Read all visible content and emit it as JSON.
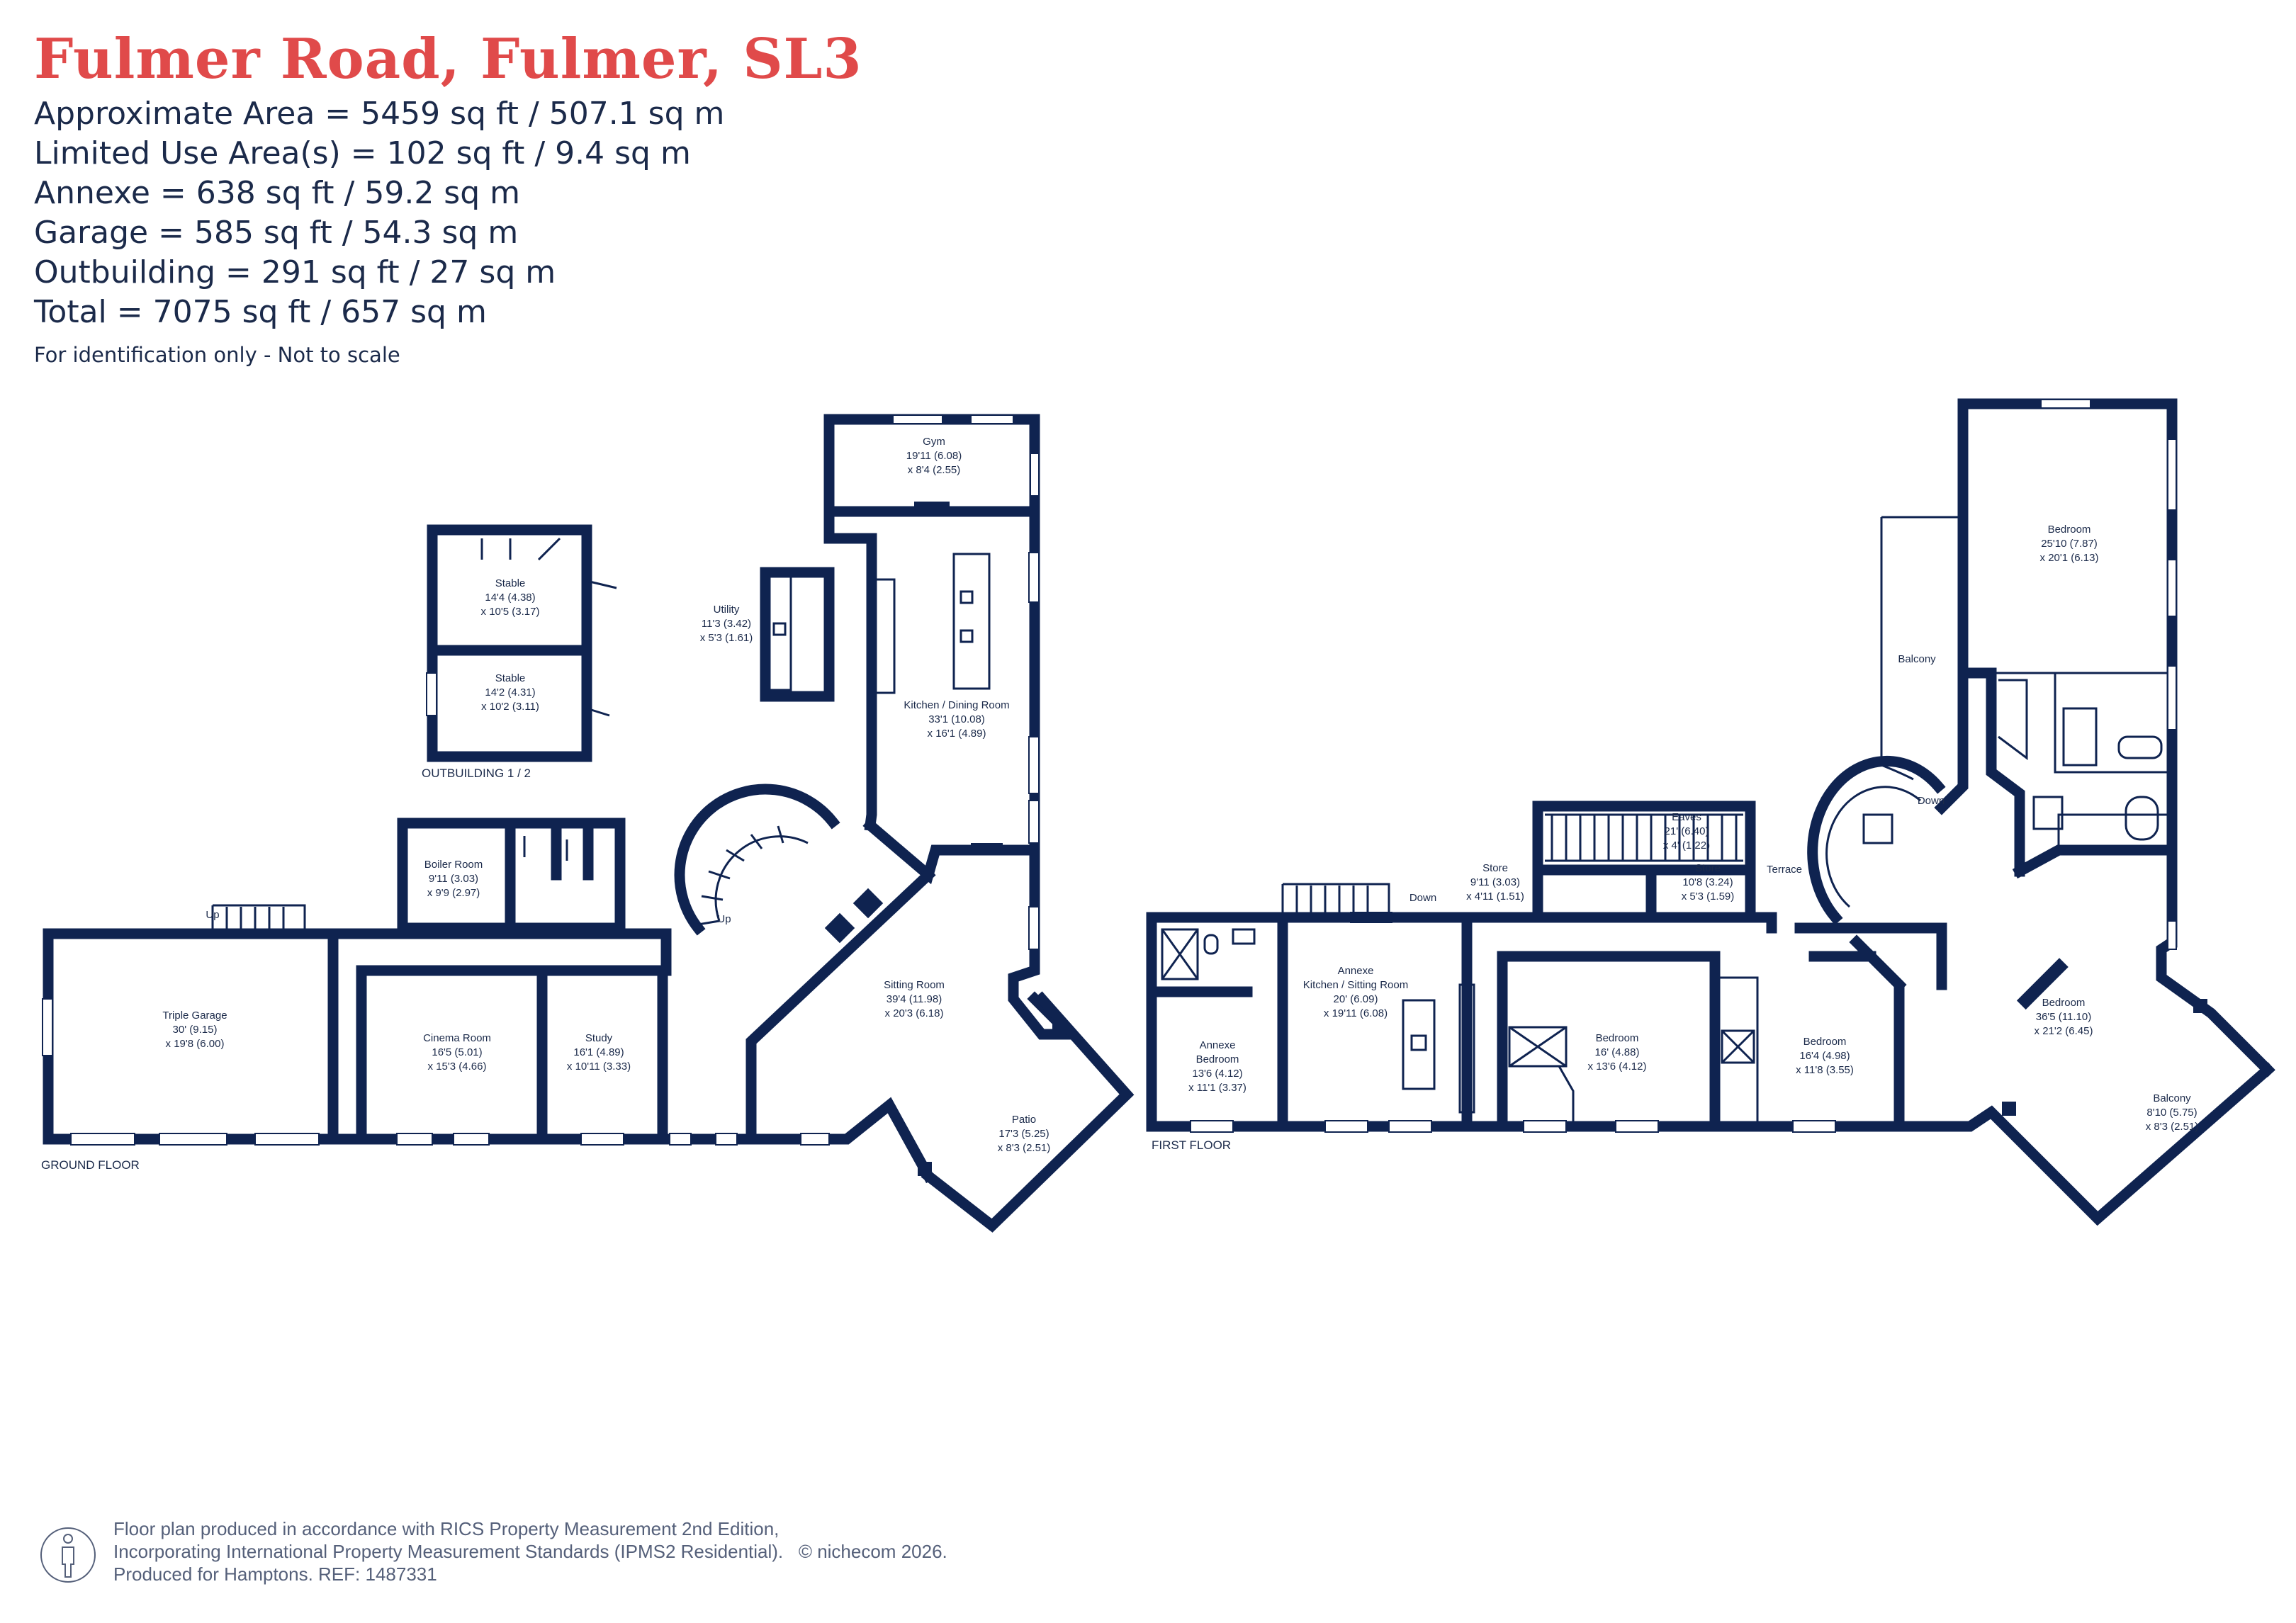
{
  "title": "Fulmer Road, Fulmer, SL3",
  "areas": [
    "Approximate Area = 5459 sq ft / 507.1 sq m",
    "Limited Use Area(s) = 102 sq ft / 9.4 sq m",
    "Annexe = 638 sq ft / 59.2 sq m",
    "Garage = 585 sq ft / 54.3 sq m",
    "Outbuilding = 291 sq ft / 27 sq m",
    "Total = 7075 sq ft / 657 sq m"
  ],
  "note": "For identification only - Not to scale",
  "sections": {
    "ground_floor": "GROUND FLOOR",
    "first_floor": "FIRST FLOOR",
    "outbuilding": "OUTBUILDING 1 / 2"
  },
  "stairs": {
    "up1": "Up",
    "up2": "Up",
    "down1": "Down",
    "down2": "Down"
  },
  "rooms": {
    "gym": {
      "name": "Gym",
      "d1": "19'11 (6.08)",
      "d2": "x 8'4 (2.55)"
    },
    "stable1": {
      "name": "Stable",
      "d1": "14'4 (4.38)",
      "d2": "x 10'5 (3.17)"
    },
    "stable2": {
      "name": "Stable",
      "d1": "14'2 (4.31)",
      "d2": "x 10'2 (3.11)"
    },
    "utility": {
      "name": "Utility",
      "d1": "11'3 (3.42)",
      "d2": "x 5'3 (1.61)"
    },
    "kitchen": {
      "name": "Kitchen / Dining Room",
      "d1": "33'1 (10.08)",
      "d2": "x 16'1 (4.89)"
    },
    "boiler": {
      "name": "Boiler Room",
      "d1": "9'11 (3.03)",
      "d2": "x 9'9 (2.97)"
    },
    "garage": {
      "name": "Triple Garage",
      "d1": "30' (9.15)",
      "d2": "x 19'8 (6.00)"
    },
    "cinema": {
      "name": "Cinema Room",
      "d1": "16'5 (5.01)",
      "d2": "x 15'3 (4.66)"
    },
    "study": {
      "name": "Study",
      "d1": "16'1 (4.89)",
      "d2": "x 10'11 (3.33)"
    },
    "sitting": {
      "name": "Sitting Room",
      "d1": "39'4 (11.98)",
      "d2": "x 20'3 (6.18)"
    },
    "patio": {
      "name": "Patio",
      "d1": "17'3 (5.25)",
      "d2": "x 8'3 (2.51)"
    },
    "bed_main": {
      "name": "Bedroom",
      "d1": "25'10 (7.87)",
      "d2": "x 20'1 (6.13)"
    },
    "balcony1": {
      "name": "Balcony"
    },
    "eaves": {
      "name": "Eaves",
      "d1": "21' (6.40)",
      "d2": "x 4' (1.22)"
    },
    "store1": {
      "name": "Store",
      "d1": "9'11 (3.03)",
      "d2": "x 4'11 (1.51)"
    },
    "store2": {
      "name": "Store",
      "d1": "10'8 (3.24)",
      "d2": "x 5'3 (1.59)"
    },
    "terrace": {
      "name": "Terrace"
    },
    "annexe_kitchen": {
      "name": "Annexe",
      "name2": "Kitchen / Sitting Room",
      "d1": "20' (6.09)",
      "d2": "x 19'11 (6.08)"
    },
    "annexe_bed": {
      "name": "Annexe",
      "name2": "Bedroom",
      "d1": "13'6 (4.12)",
      "d2": "x 11'1 (3.37)"
    },
    "bed2": {
      "name": "Bedroom",
      "d1": "16' (4.88)",
      "d2": "x 13'6 (4.12)"
    },
    "bed3": {
      "name": "Bedroom",
      "d1": "16'4 (4.98)",
      "d2": "x 11'8 (3.55)"
    },
    "bed4": {
      "name": "Bedroom",
      "d1": "36'5 (11.10)",
      "d2": "x 21'2 (6.45)"
    },
    "balcony2": {
      "name": "Balcony",
      "d1": "8'10 (5.75)",
      "d2": "x 8'3 (2.51)"
    }
  },
  "footer": {
    "line1": "Floor plan produced in accordance with RICS Property Measurement 2nd Edition,",
    "line2": "Incorporating International Property Measurement Standards (IPMS2 Residential).",
    "copyright": "© nichecom 2026.",
    "line3": "Produced for Hamptons.   REF: 1487331"
  },
  "colors": {
    "title": "#e04a4a",
    "wall": "#0f2350",
    "text": "#1b2a4a"
  }
}
